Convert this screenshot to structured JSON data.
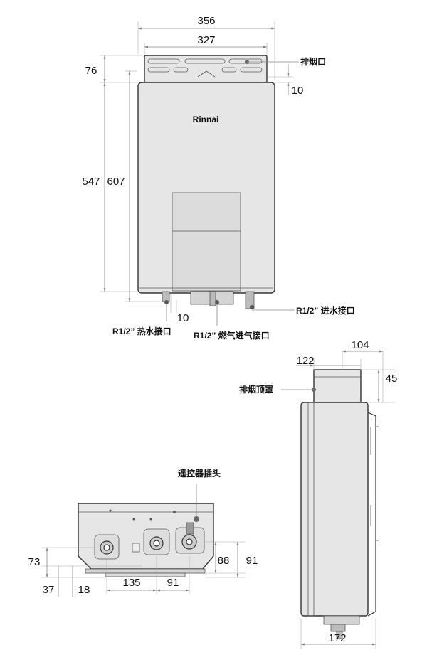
{
  "front_view": {
    "brand": "Rinnai",
    "dims": {
      "top_width_outer": "356",
      "top_width_inner": "327",
      "flue_height": "76",
      "body_height": "547",
      "total_height": "607",
      "top_offset": "10",
      "bottom_offset": "10"
    },
    "labels": {
      "exhaust_port": "排烟口",
      "cold_water_inlet": "R1/2” 进水接口",
      "hot_water_outlet": "R1/2” 热水接口",
      "gas_inlet": "R1/2” 燃气进气接口"
    }
  },
  "side_view": {
    "dims": {
      "hood_offset": "122",
      "hood_depth": "104",
      "hood_height": "45",
      "depth": "172"
    },
    "labels": {
      "exhaust_hood": "排烟顶罩"
    }
  },
  "bottom_view": {
    "dims": {
      "hot_height": "73",
      "hot_offset": "37",
      "gas_height_small": "18",
      "hot_to_gas": "135",
      "gas_to_cold": "91",
      "cold_height": "88",
      "cold_height_right": "91"
    },
    "labels": {
      "remote_plug": "遥控器插头"
    }
  },
  "colors": {
    "body": "#e6e6e6",
    "outline": "#333333",
    "dimension_line": "#888888"
  }
}
